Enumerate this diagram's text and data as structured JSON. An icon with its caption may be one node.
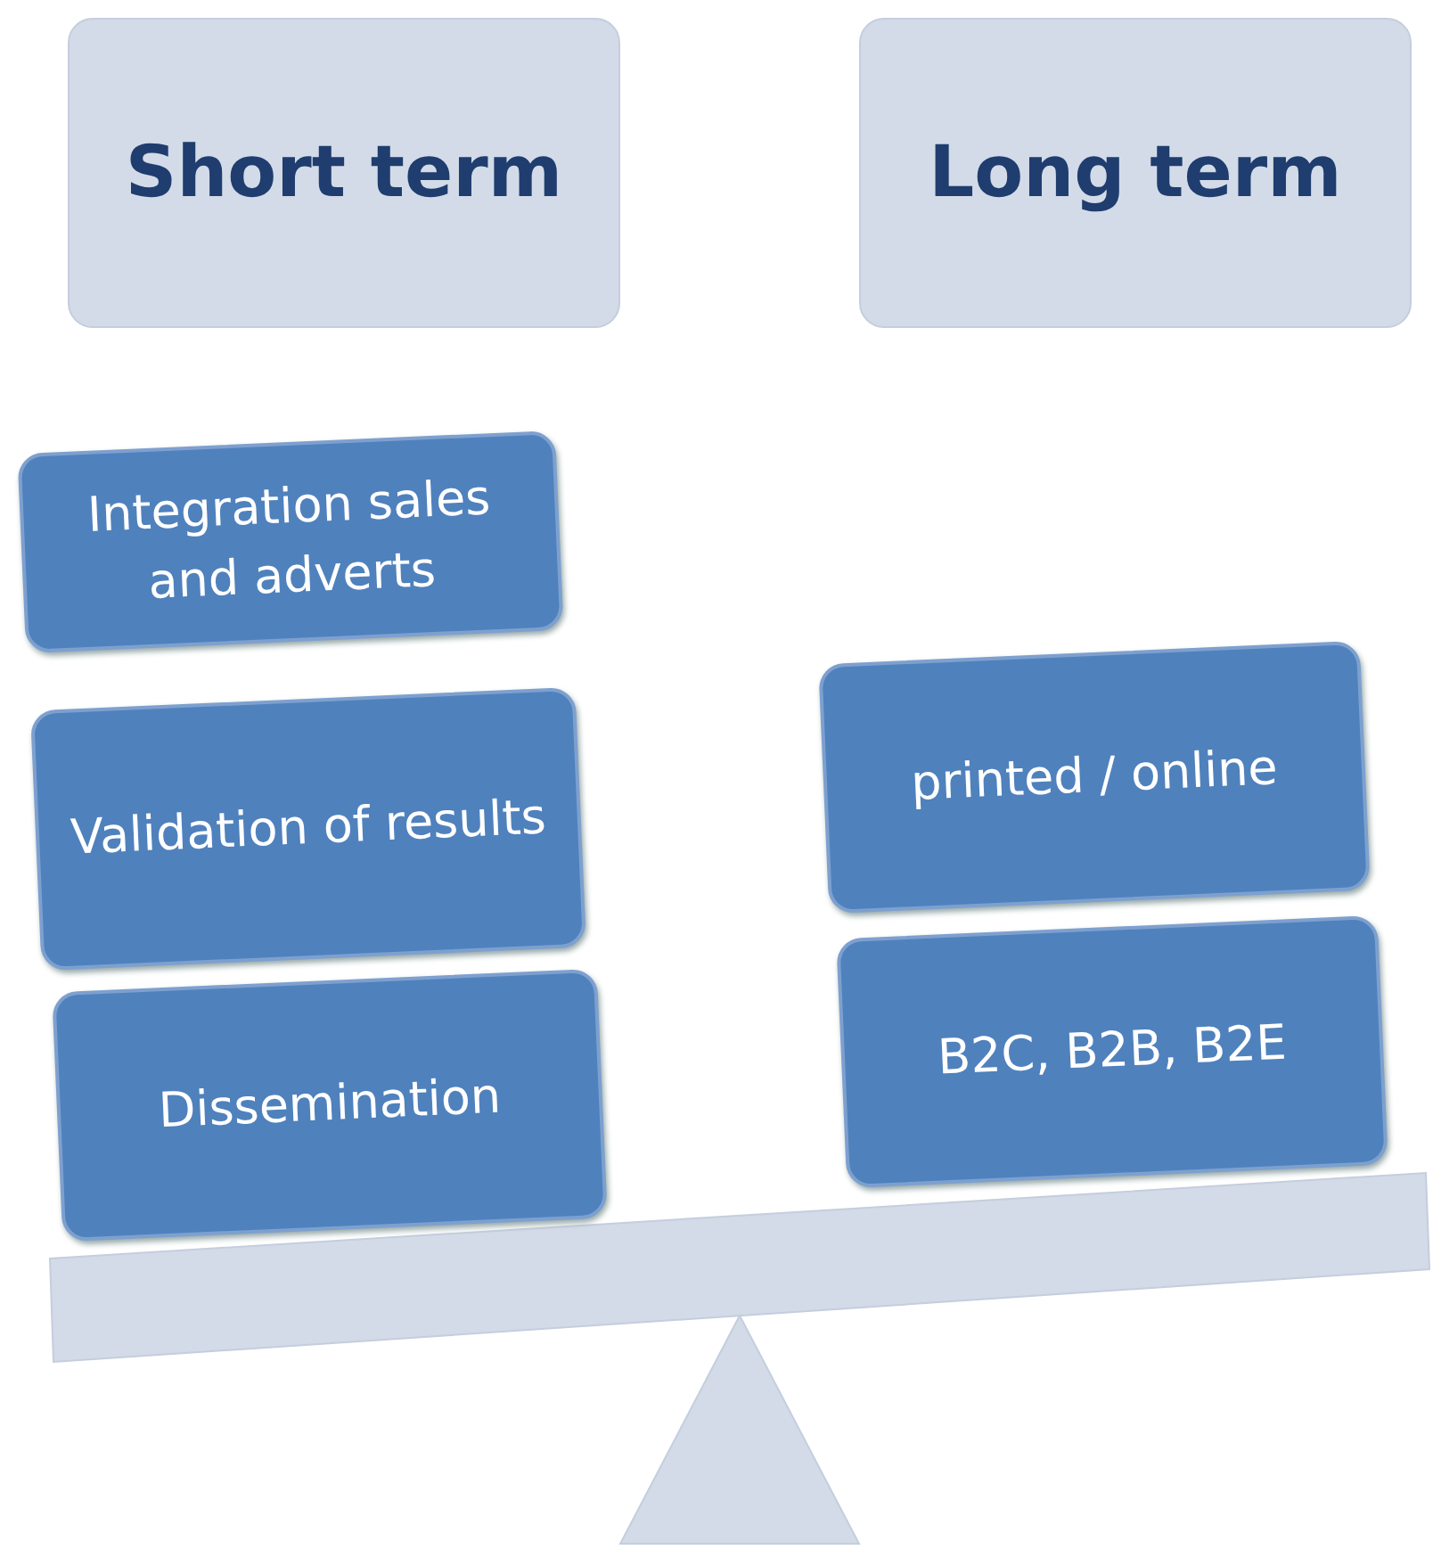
{
  "diagram": {
    "nodes": [
      {
        "text": [
          "Short term"
        ]
      },
      {
        "text": [
          "Long term"
        ]
      },
      {
        "text": [
          "Integration sales and adverts"
        ]
      },
      {
        "text": [
          "Validation of results"
        ]
      },
      {
        "text": [
          "Dissemination"
        ]
      },
      {
        "text": [
          "printed / online"
        ]
      },
      {
        "text": [
          "B2C, B2B, B2E"
        ]
      }
    ]
  }
}
